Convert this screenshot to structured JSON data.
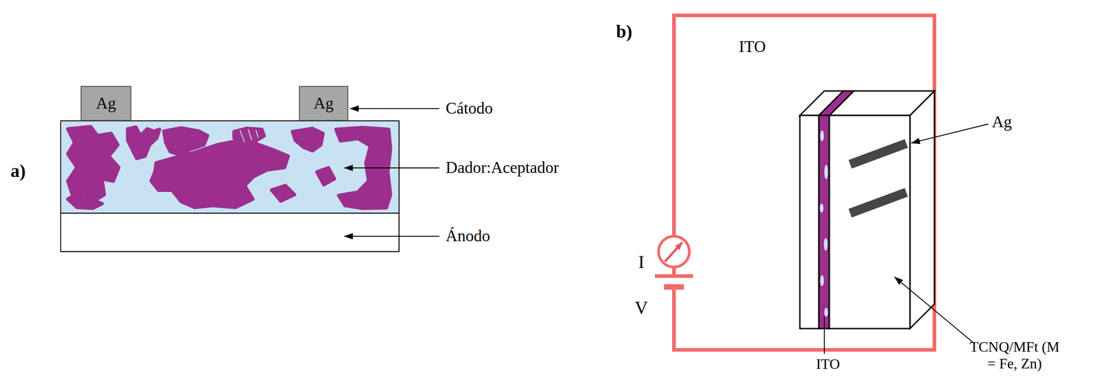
{
  "diagram": {
    "nodes": [
      {
        "text": [
          "Ag"
        ]
      },
      {
        "text": [
          "Ag"
        ]
      }
    ],
    "labels": [
      "a)",
      "Cátodo",
      "Dador:Aceptador",
      "Ánodo",
      "b)",
      "ITO",
      "Ag",
      "I",
      "V",
      "TCNQ/MFt (M = Fe, Zn)",
      "ITO"
    ]
  }
}
